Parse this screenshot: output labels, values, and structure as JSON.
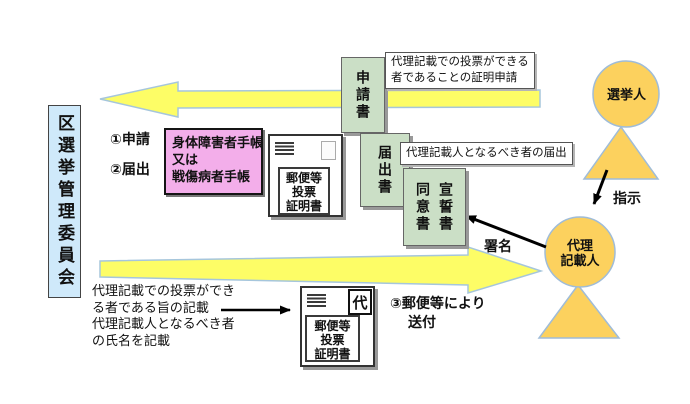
{
  "colors": {
    "committee_fill": "#cfe9fa",
    "arrow_yellow": "#fdfd66",
    "arrow_outline": "#a6c6dc",
    "doc_green": "#cbdfc6",
    "handbook_pink": "#f3aeea",
    "person_yellow": "#fcd15e",
    "person_outline": "#9fbcd8"
  },
  "committee": {
    "label": "区選挙管理委員会"
  },
  "steps": {
    "step1": "①申請",
    "step2": "②届出",
    "step3_line1": "③郵便等により",
    "step3_line2": "送付"
  },
  "handbook_box": {
    "line1": "身体障害者手帳",
    "line2": "又は",
    "line3": "戦傷病者手帳"
  },
  "documents": {
    "application": "申請書",
    "notification": "届出書",
    "oath": "宣誓書",
    "consent": "同意書"
  },
  "envelope_cert": {
    "line1": "郵便等",
    "line2": "投票",
    "line3": "証明書"
  },
  "envelope_cert2": {
    "line1": "郵便等",
    "line2": "投票",
    "line3": "証明書",
    "proxy_mark": "代"
  },
  "callouts": {
    "cert_request_line1": "代理記載での投票ができる",
    "cert_request_line2": "者であることの証明申請",
    "proxy_notification": "代理記載人となるべき者の届出"
  },
  "notes": {
    "line1": "代理記載での投票ができ",
    "line2": "る者である旨の記載",
    "line3": "代理記載人となるべき者",
    "line4": "の氏名を記載"
  },
  "persons": {
    "elector": "選挙人",
    "proxy_line1": "代理",
    "proxy_line2": "記載人"
  },
  "edge_labels": {
    "instruction": "指示",
    "signature": "署名"
  }
}
